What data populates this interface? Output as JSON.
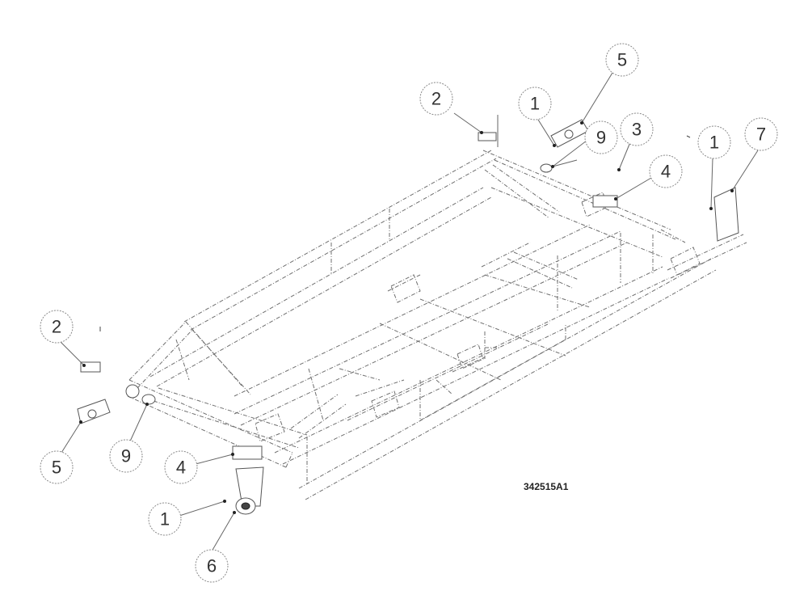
{
  "drawing_number": "342515A1",
  "callouts": [
    {
      "id": "c2-top",
      "label": "2"
    },
    {
      "id": "c1-top",
      "label": "1"
    },
    {
      "id": "c5-top",
      "label": "5"
    },
    {
      "id": "c9-top",
      "label": "9"
    },
    {
      "id": "c3-top",
      "label": "3"
    },
    {
      "id": "c4-right",
      "label": "4"
    },
    {
      "id": "c1-right",
      "label": "1"
    },
    {
      "id": "c7-right",
      "label": "7"
    },
    {
      "id": "c2-left",
      "label": "2"
    },
    {
      "id": "c5-left",
      "label": "5"
    },
    {
      "id": "c9-left",
      "label": "9"
    },
    {
      "id": "c4-bottom",
      "label": "4"
    },
    {
      "id": "c1-bottom",
      "label": "1"
    },
    {
      "id": "c6-bottom",
      "label": "6"
    }
  ]
}
